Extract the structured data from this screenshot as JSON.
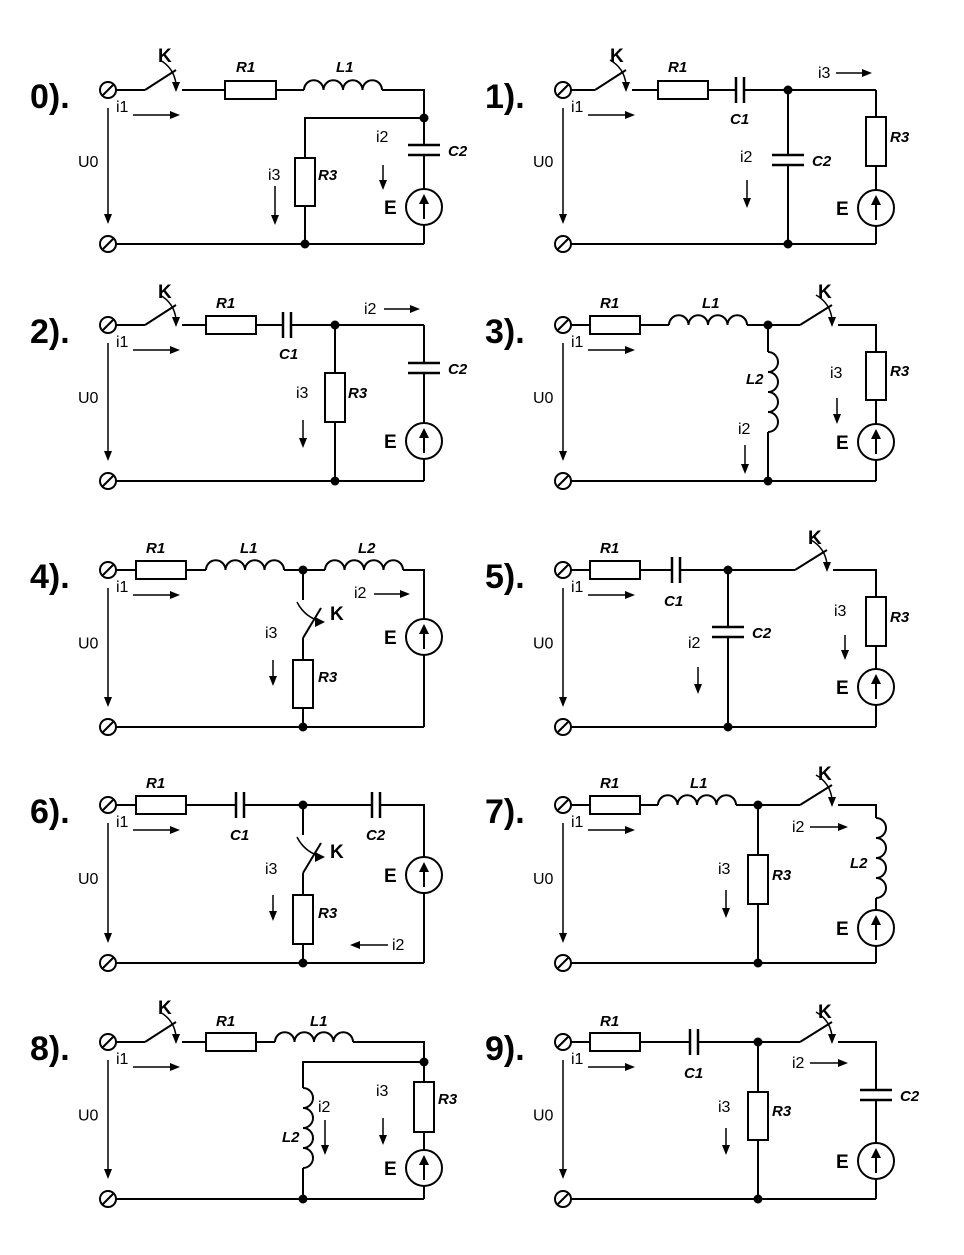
{
  "diagrams": [
    {
      "number": "0).",
      "labels": {
        "K": "K",
        "R1": "R1",
        "L1": "L1",
        "C2": "C2",
        "R3": "R3",
        "E": "E",
        "i1": "i1",
        "i2": "i2",
        "i3": "i3",
        "U0": "U0"
      }
    },
    {
      "number": "1).",
      "labels": {
        "K": "K",
        "R1": "R1",
        "C1": "C1",
        "C2": "C2",
        "R3": "R3",
        "E": "E",
        "i1": "i1",
        "i2": "i2",
        "i3": "i3",
        "U0": "U0"
      }
    },
    {
      "number": "2).",
      "labels": {
        "K": "K",
        "R1": "R1",
        "C1": "C1",
        "C2": "C2",
        "R3": "R3",
        "E": "E",
        "i1": "i1",
        "i2": "i2",
        "i3": "i3",
        "U0": "U0"
      }
    },
    {
      "number": "3).",
      "labels": {
        "K": "K",
        "R1": "R1",
        "L1": "L1",
        "L2": "L2",
        "R3": "R3",
        "E": "E",
        "i1": "i1",
        "i2": "i2",
        "i3": "i3",
        "U0": "U0"
      }
    },
    {
      "number": "4).",
      "labels": {
        "K": "K",
        "R1": "R1",
        "L1": "L1",
        "L2": "L2",
        "R3": "R3",
        "E": "E",
        "i1": "i1",
        "i2": "i2",
        "i3": "i3",
        "U0": "U0"
      }
    },
    {
      "number": "5).",
      "labels": {
        "K": "K",
        "R1": "R1",
        "C1": "C1",
        "C2": "C2",
        "R3": "R3",
        "E": "E",
        "i1": "i1",
        "i2": "i2",
        "i3": "i3",
        "U0": "U0"
      }
    },
    {
      "number": "6).",
      "labels": {
        "K": "K",
        "R1": "R1",
        "C1": "C1",
        "C2": "C2",
        "R3": "R3",
        "E": "E",
        "i1": "i1",
        "i2": "i2",
        "i3": "i3",
        "U0": "U0"
      }
    },
    {
      "number": "7).",
      "labels": {
        "K": "K",
        "R1": "R1",
        "L1": "L1",
        "L2": "L2",
        "R3": "R3",
        "E": "E",
        "i1": "i1",
        "i2": "i2",
        "i3": "i3",
        "U0": "U0"
      }
    },
    {
      "number": "8).",
      "labels": {
        "K": "K",
        "R1": "R1",
        "L1": "L1",
        "L2": "L2",
        "R3": "R3",
        "E": "E",
        "i1": "i1",
        "i2": "i2",
        "i3": "i3",
        "U0": "U0"
      }
    },
    {
      "number": "9).",
      "labels": {
        "K": "K",
        "R1": "R1",
        "C1": "C1",
        "C2": "C2",
        "R3": "R3",
        "E": "E",
        "i1": "i1",
        "i2": "i2",
        "i3": "i3",
        "U0": "U0"
      }
    }
  ]
}
